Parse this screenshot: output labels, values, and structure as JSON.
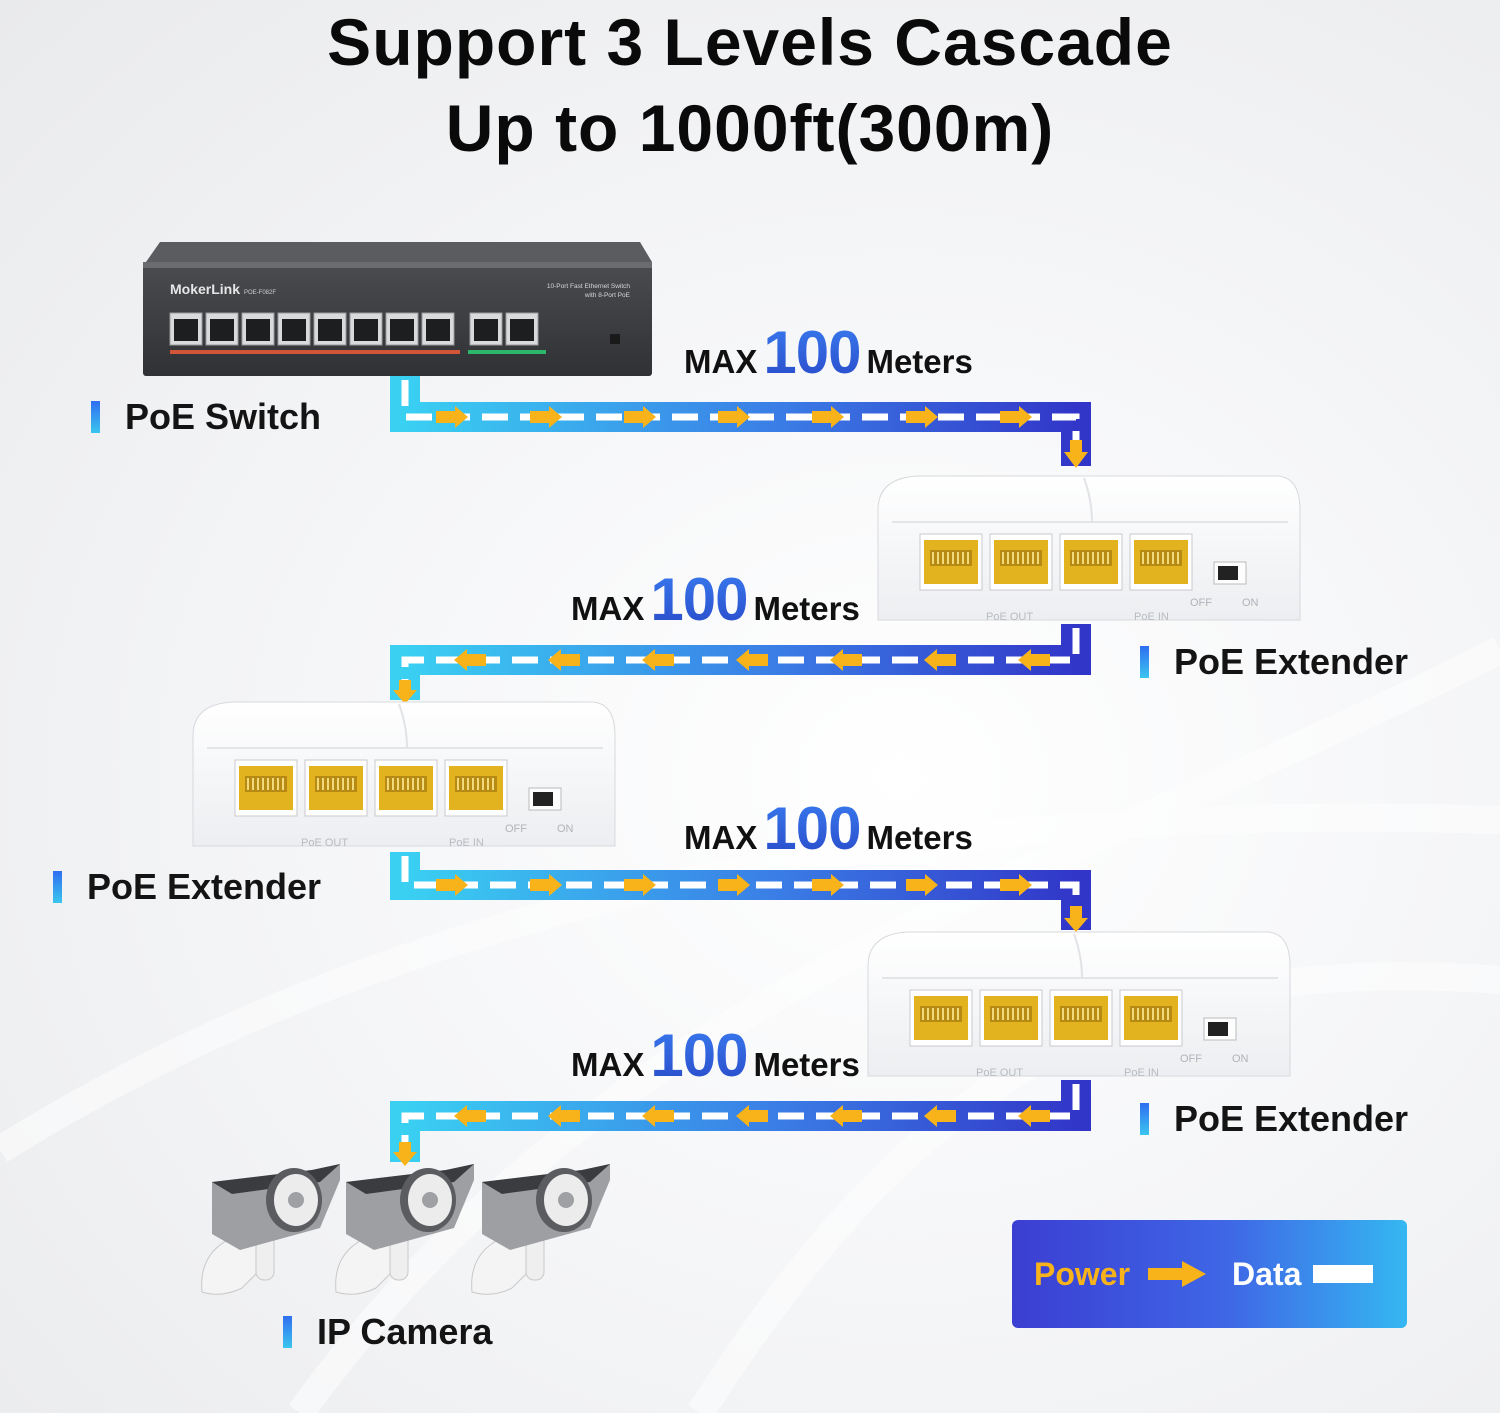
{
  "title": {
    "line1": "Support 3 Levels Cascade",
    "line2": "Up to 1000ft(300m)"
  },
  "switch": {
    "brand": "MokerLink",
    "model": "POE-F082F",
    "desc_line1": "10-Port Fast Ethernet Switch",
    "desc_line2": "with 8-Port PoE"
  },
  "labels": {
    "poe_switch": "PoE Switch",
    "poe_extender": "PoE Extender",
    "ip_camera": "IP Camera"
  },
  "distance": {
    "max": "MAX",
    "value": "100",
    "unit": "Meters"
  },
  "extender_ports": {
    "off": "OFF",
    "on": "ON",
    "poe_out": "PoE OUT",
    "poe_in": "PoE IN"
  },
  "legend": {
    "power": "Power",
    "data": "Data"
  },
  "colors": {
    "cable_light": "#3ad0f2",
    "cable_dark": "#3236c8",
    "power_arrow": "#f8b31a",
    "data_dash": "#ffffff",
    "rj45_yellow": "#e3b21f",
    "switch_body": "#3b3d40"
  }
}
